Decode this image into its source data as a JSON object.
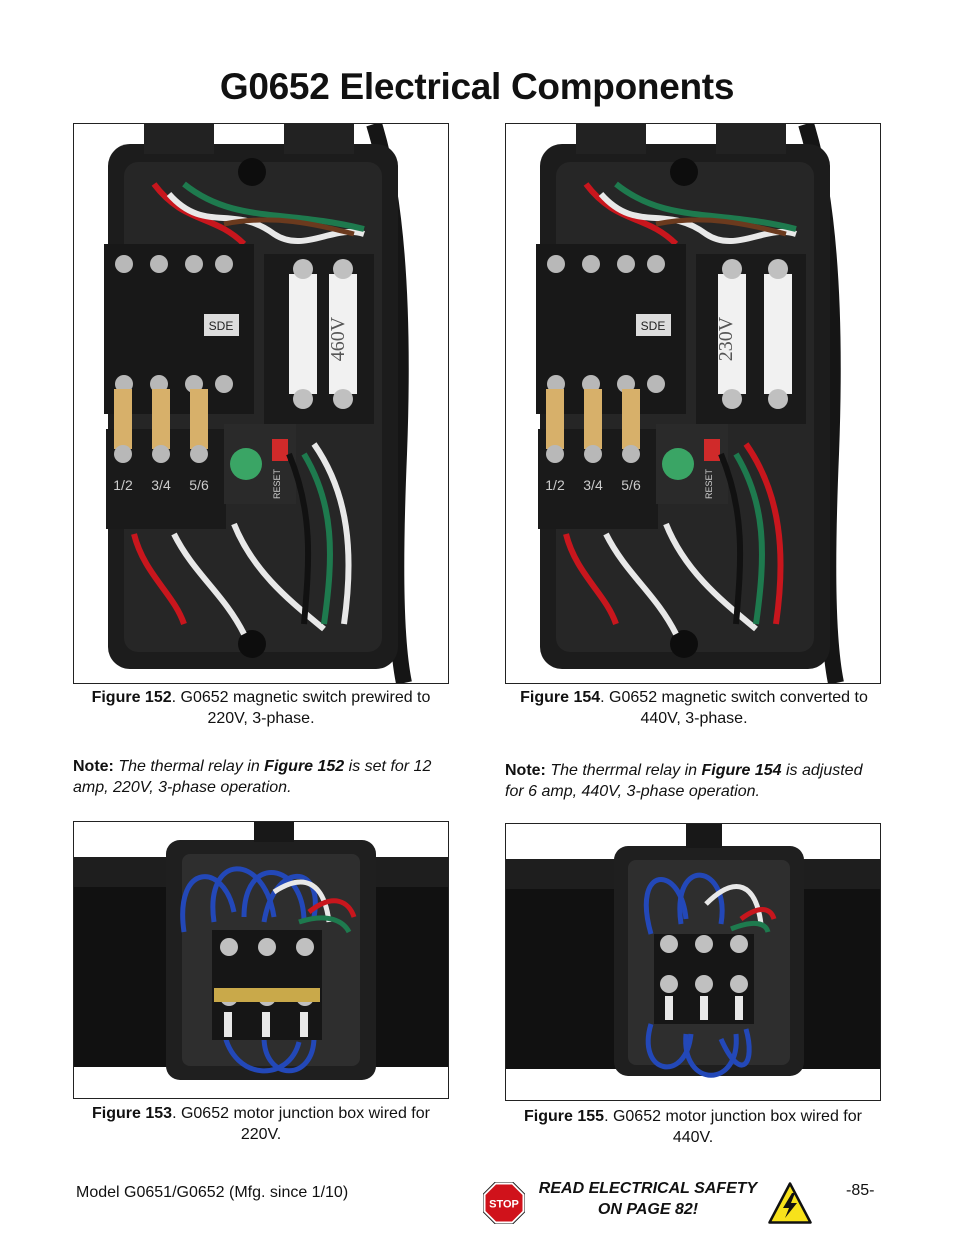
{
  "page_title": "G0652 Electrical Components",
  "figures": [
    {
      "id": "152",
      "label": "Figure 152",
      "caption": ". G0652 magnetic switch prewired to 220V, 3-phase.",
      "fuse_label": "460V",
      "thermal_labels": [
        "1/2",
        "3/4",
        "5/6"
      ],
      "reset_label": "RESET",
      "brand": "SDE"
    },
    {
      "id": "153",
      "label": "Figure 153",
      "caption": ". G0652 motor junction box wired for 220V."
    },
    {
      "id": "154",
      "label": "Figure 154",
      "caption": ". G0652 magnetic switch converted to 440V, 3-phase.",
      "fuse_label": "230V",
      "thermal_labels": [
        "1/2",
        "3/4",
        "5/6"
      ],
      "reset_label": "RESET",
      "brand": "SDE"
    },
    {
      "id": "155",
      "label": "Figure 155",
      "caption": ". G0652 motor junction box wired for 440V."
    }
  ],
  "notes": [
    {
      "lead": "Note:",
      "pre": " The thermal relay in ",
      "fig": "Figure 152",
      "post": " is set for 12 amp, 220V, 3-phase operation."
    },
    {
      "lead": "Note:",
      "pre": " The therrmal relay in ",
      "fig": "Figure 154",
      "post": " is adjusted for 6 amp, 440V, 3-phase operation."
    }
  ],
  "footer": {
    "model": "Model G0651/G0652 (Mfg. since 1/10)",
    "warning_line1": "READ ELECTRICAL SAFETY",
    "warning_line2": "ON PAGE 82!",
    "stop_text": "STOP",
    "page_number": "-85-"
  },
  "colors": {
    "box_black": "#1c1c1c",
    "wire_red": "#c8161d",
    "wire_green": "#1e7a4e",
    "wire_white": "#e8e8e8",
    "wire_blue": "#2348b8",
    "stop_red": "#d0121b",
    "hazard_yellow": "#f7e21b"
  }
}
